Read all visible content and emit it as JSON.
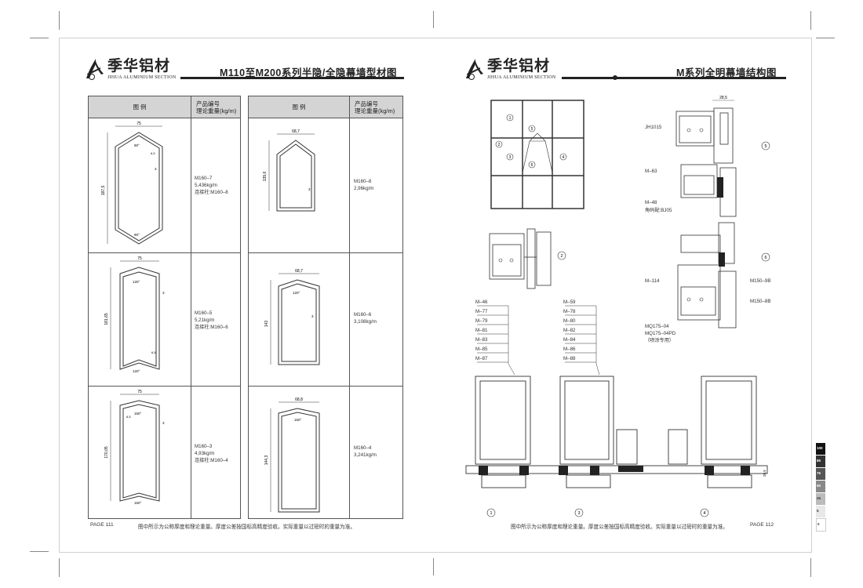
{
  "left_page": {
    "brand_name": "季华铝材",
    "brand_sub": "JIHUA ALUMINIUM SECTION",
    "title": "M110至M200系列半隐/全隐幕墙型材图",
    "tables": [
      {
        "col1_header": "图 例",
        "col2_header": "产品编号\n理论重量(kg/m)",
        "rows": [
          {
            "code": "M160–7",
            "weight": "5,436kg/m",
            "note": "连接柱:M160–8",
            "dims": {
              "width": "75",
              "height": "187,5",
              "angle_top": "90°",
              "angle_bottom": "90°",
              "wall": "6,5",
              "thick": "3"
            }
          },
          {
            "code": "M160–5",
            "weight": "5,21kg/m",
            "note": "连接柱:M160–6",
            "dims": {
              "width": "75",
              "height": "181,65",
              "angle_top": "120°",
              "angle_bottom": "120°",
              "wall": "6,5",
              "thick": "3"
            }
          },
          {
            "code": "M160–3",
            "weight": "4,93kg/m",
            "note": "连接柱:M160–4",
            "dims": {
              "width": "75",
              "height": "170,05",
              "angle_top": "150°",
              "angle_bottom": "150°",
              "wall": "6,5",
              "thick": "3"
            }
          }
        ]
      },
      {
        "col1_header": "图 例",
        "col2_header": "产品编号\n理论重量(kg/m)",
        "rows": [
          {
            "code": "M160–8",
            "weight": "2,96kg/m",
            "dims": {
              "width": "68,7",
              "height": "139,6",
              "thick": "3"
            }
          },
          {
            "code": "M160–6",
            "weight": "3,108kg/m",
            "dims": {
              "width": "68,7",
              "height": "143",
              "angle": "120°",
              "thick": "3"
            }
          },
          {
            "code": "M160–4",
            "weight": "3,241kg/m",
            "dims": {
              "width": "68,8",
              "height": "144,3",
              "angle": "150°"
            }
          }
        ]
      }
    ],
    "page_number": "PAGE 111",
    "footnote": "图中所示为公称厚度和理论重量。厚度公差按国标高精度验收。实际重量以过磅时的重量为准。"
  },
  "right_page": {
    "brand_name": "季华铝材",
    "brand_sub": "JIHUA ALUMINIUM SECTION",
    "title": "M系列全明幕墙结构图",
    "grid_markers": [
      "1",
      "2",
      "3",
      "4",
      "5",
      "6"
    ],
    "detail5": {
      "marker": "5",
      "dim": "28,5",
      "labels": [
        "JH1015",
        "M–63",
        "M–48",
        "角码配:BJ05"
      ]
    },
    "detail6": {
      "marker": "6",
      "labels_left": [
        "M–114",
        "MQ175–04",
        "MQ175–04PD",
        "（喷涂专用）"
      ],
      "labels_right": [
        "M150–9B",
        "M150–8B"
      ]
    },
    "detail2": {
      "marker": "2"
    },
    "list_a": [
      "M–46",
      "M–77",
      "M–79",
      "M–81",
      "M–83",
      "M–85",
      "M–87"
    ],
    "list_b": [
      "M–59",
      "M–78",
      "M–80",
      "M–82",
      "M–84",
      "M–86",
      "M–88"
    ],
    "bottom_markers": [
      "1",
      "3",
      "4"
    ],
    "bottom_dim": "28,5",
    "page_number": "PAGE 112",
    "footnote": "图中所示为公称厚度和理论重量。厚度公差按国标高精度验收。实际重量以过磅时的重量为准。"
  },
  "color_bar": [
    "100",
    "85",
    "75",
    "50",
    "25",
    "5",
    "0"
  ],
  "colors": {
    "header_fill": "#d4d4d4",
    "ink": "#222222",
    "frame": "#cfcfcf"
  }
}
